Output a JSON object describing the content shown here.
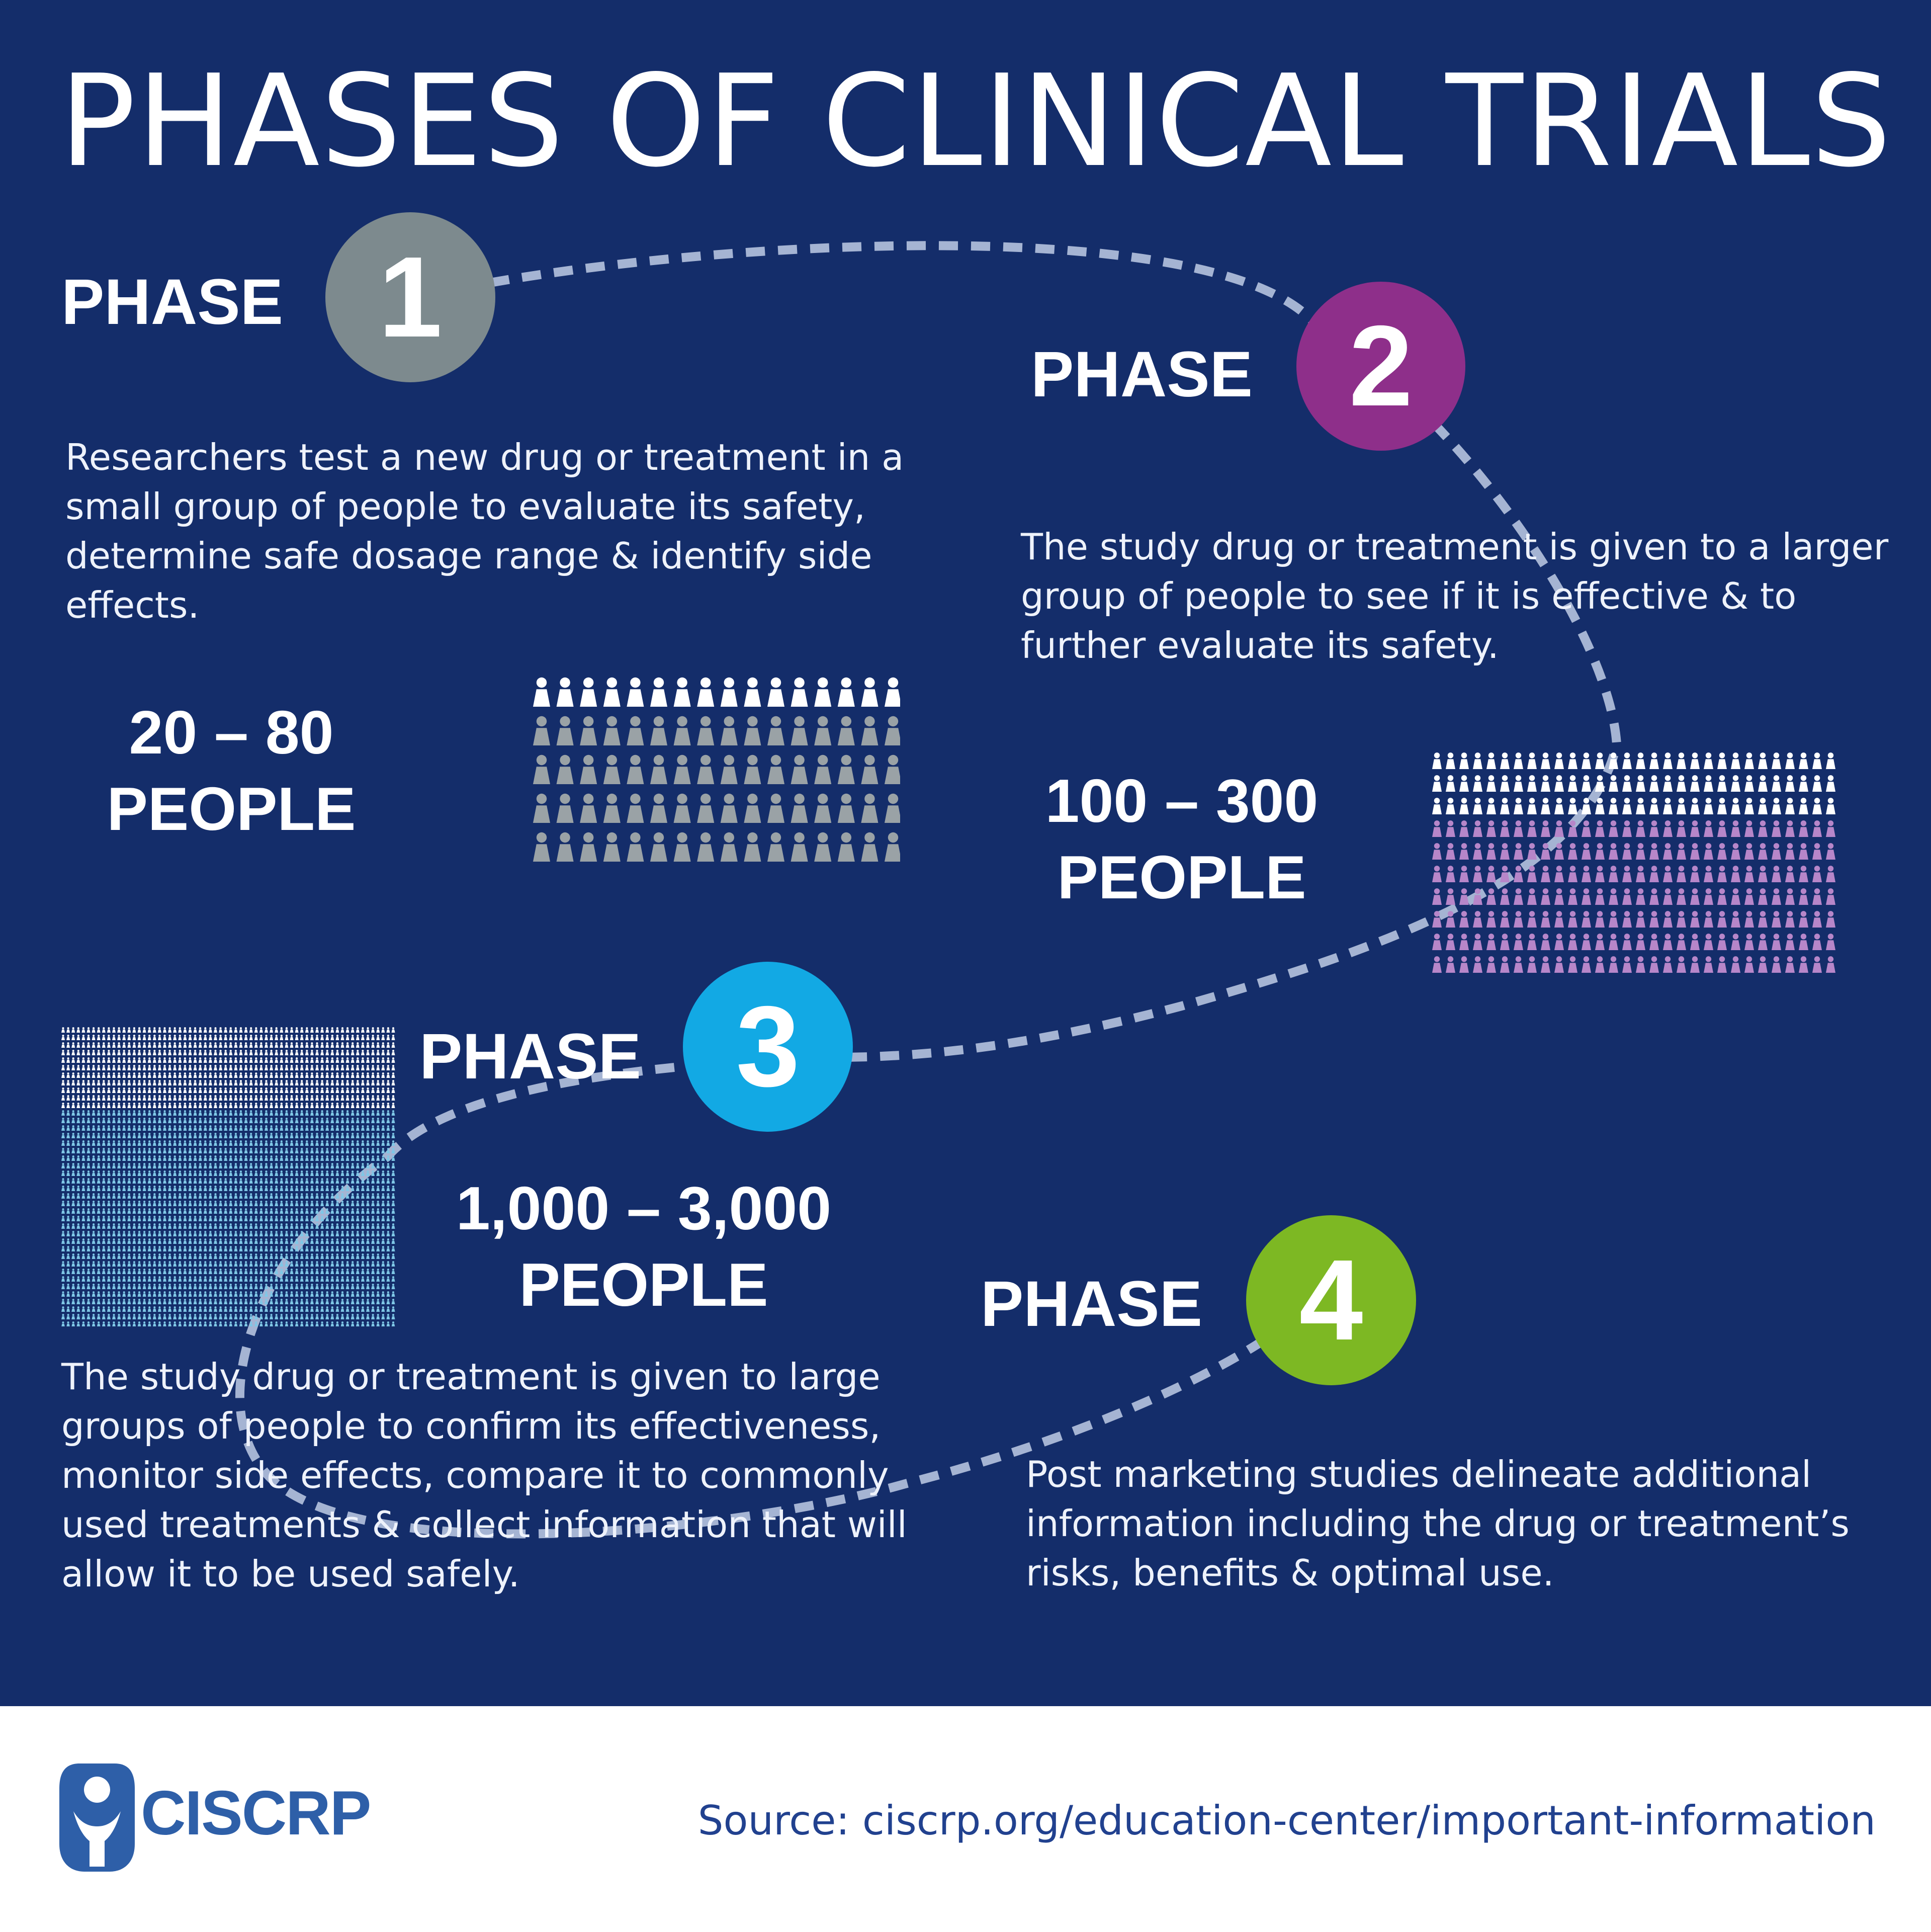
{
  "title": "PHASES OF CLINICAL TRIALS",
  "colors": {
    "background": "#142d6a",
    "phase1": "#7d8a8e",
    "phase2": "#8e2f8a",
    "phase3": "#12a9e4",
    "phase4": "#7db823",
    "people_white": "#ffffff",
    "people_gray": "#9aa2a6",
    "people_purple": "#b786c9",
    "people_lightblue": "#7fc7e6",
    "dashed_path": "#c6d2ea"
  },
  "phases": [
    {
      "label": "PHASE",
      "number": "1",
      "description": "Researchers test a new drug or treatment in a small group of people to evaluate its safety, determine safe dosage range & identify side effects.",
      "count_line1": "20 – 80",
      "count_line2": "PEOPLE"
    },
    {
      "label": "PHASE",
      "number": "2",
      "description": "The study drug or treatment is given to a larger group of people to see if it is effective & to further evaluate its safety.",
      "count_line1": "100 – 300",
      "count_line2": "PEOPLE"
    },
    {
      "label": "PHASE",
      "number": "3",
      "description": "The study drug or treatment is given to large groups of people to confirm its effectiveness, monitor side effects, compare it to commonly used treatments & collect information that will allow it to be used safely.",
      "count_line1": "1,000 – 3,000",
      "count_line2": "PEOPLE"
    },
    {
      "label": "PHASE",
      "number": "4",
      "description": "Post marketing studies delineate additional information including the drug or treatment’s risks, benefits & optimal use."
    }
  ],
  "icons": {
    "people": "person-icon",
    "logo": "ciscrp-logo-icon"
  },
  "footer": {
    "logo_text": "CISCRP",
    "source": "Source:  ciscrp.org/education-center/important-information"
  }
}
